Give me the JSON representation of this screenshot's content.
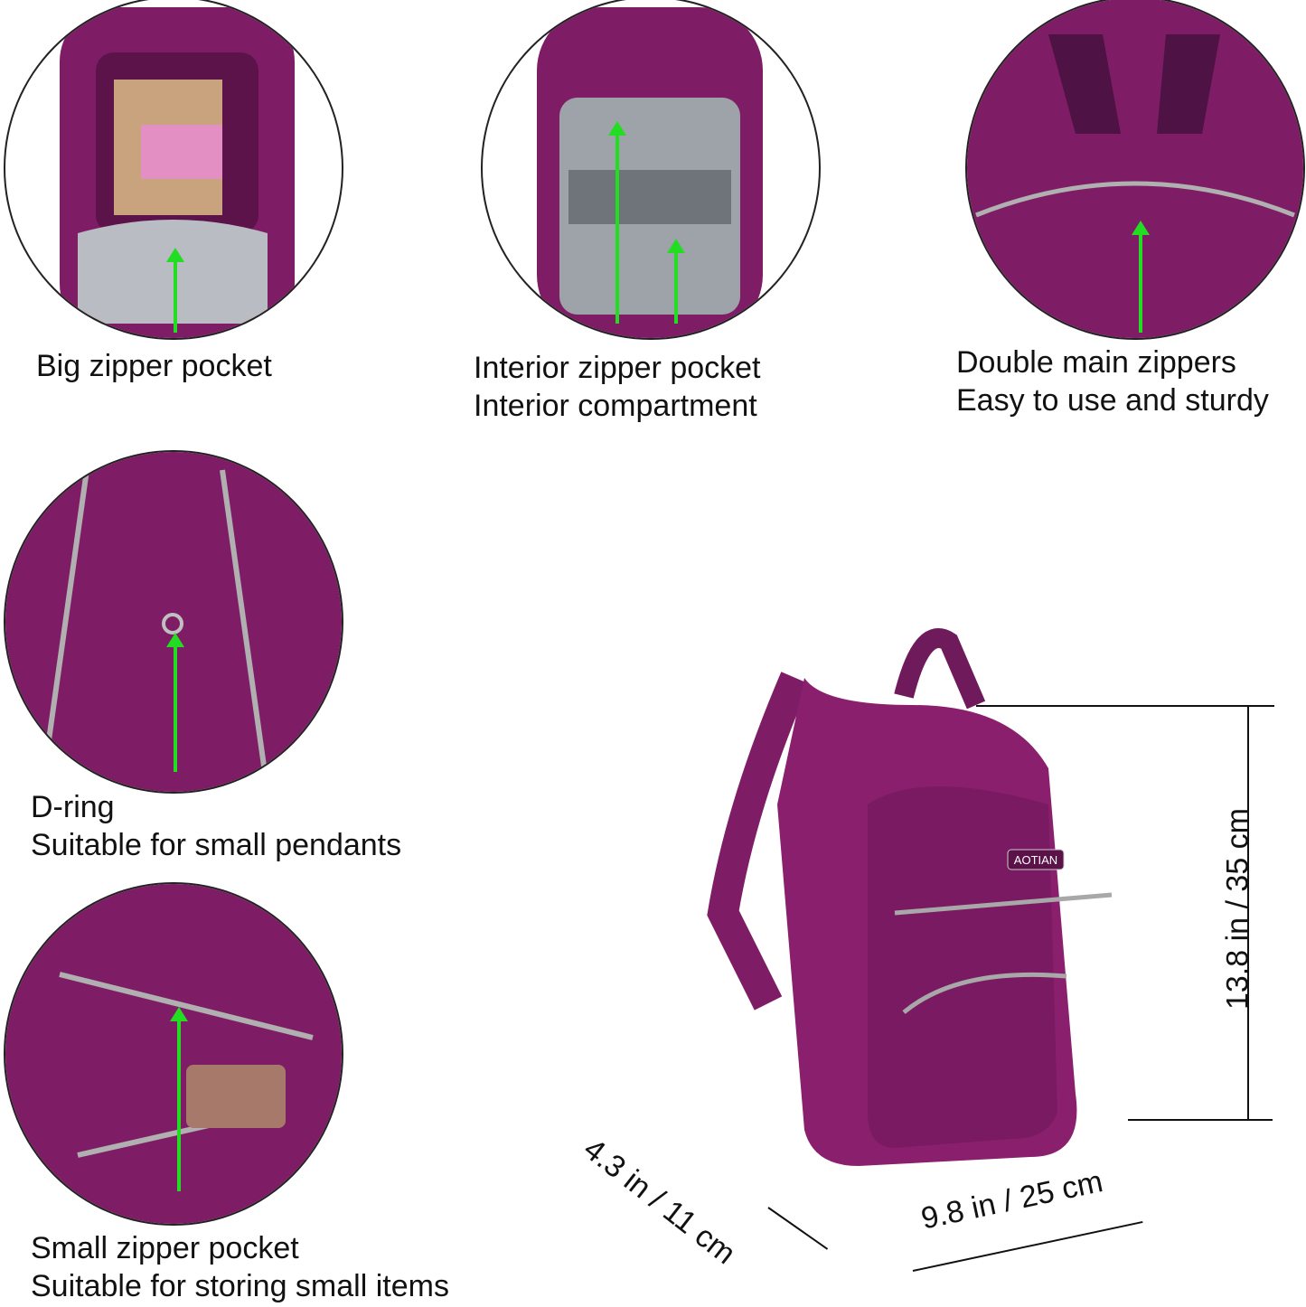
{
  "features": [
    {
      "id": "big-zipper-pocket",
      "lines": [
        "Big zipper pocket"
      ]
    },
    {
      "id": "interior",
      "lines": [
        "Interior zipper pocket",
        "Interior compartment"
      ]
    },
    {
      "id": "double-zippers",
      "lines": [
        "Double main zippers",
        "Easy to use and sturdy"
      ]
    },
    {
      "id": "d-ring",
      "lines": [
        "D-ring",
        "Suitable for small pendants"
      ]
    },
    {
      "id": "small-pocket",
      "lines": [
        "Small zipper pocket",
        "Suitable for storing small items"
      ]
    }
  ],
  "product": {
    "brand_label": "AOTIAN",
    "color_hex": "#8a1f6e",
    "accent_arrow_hex": "#22dd22"
  },
  "dimensions": {
    "height": "13.8 in / 35 cm",
    "width": "9.8 in / 25 cm",
    "depth": "4.3 in / 11 cm"
  }
}
